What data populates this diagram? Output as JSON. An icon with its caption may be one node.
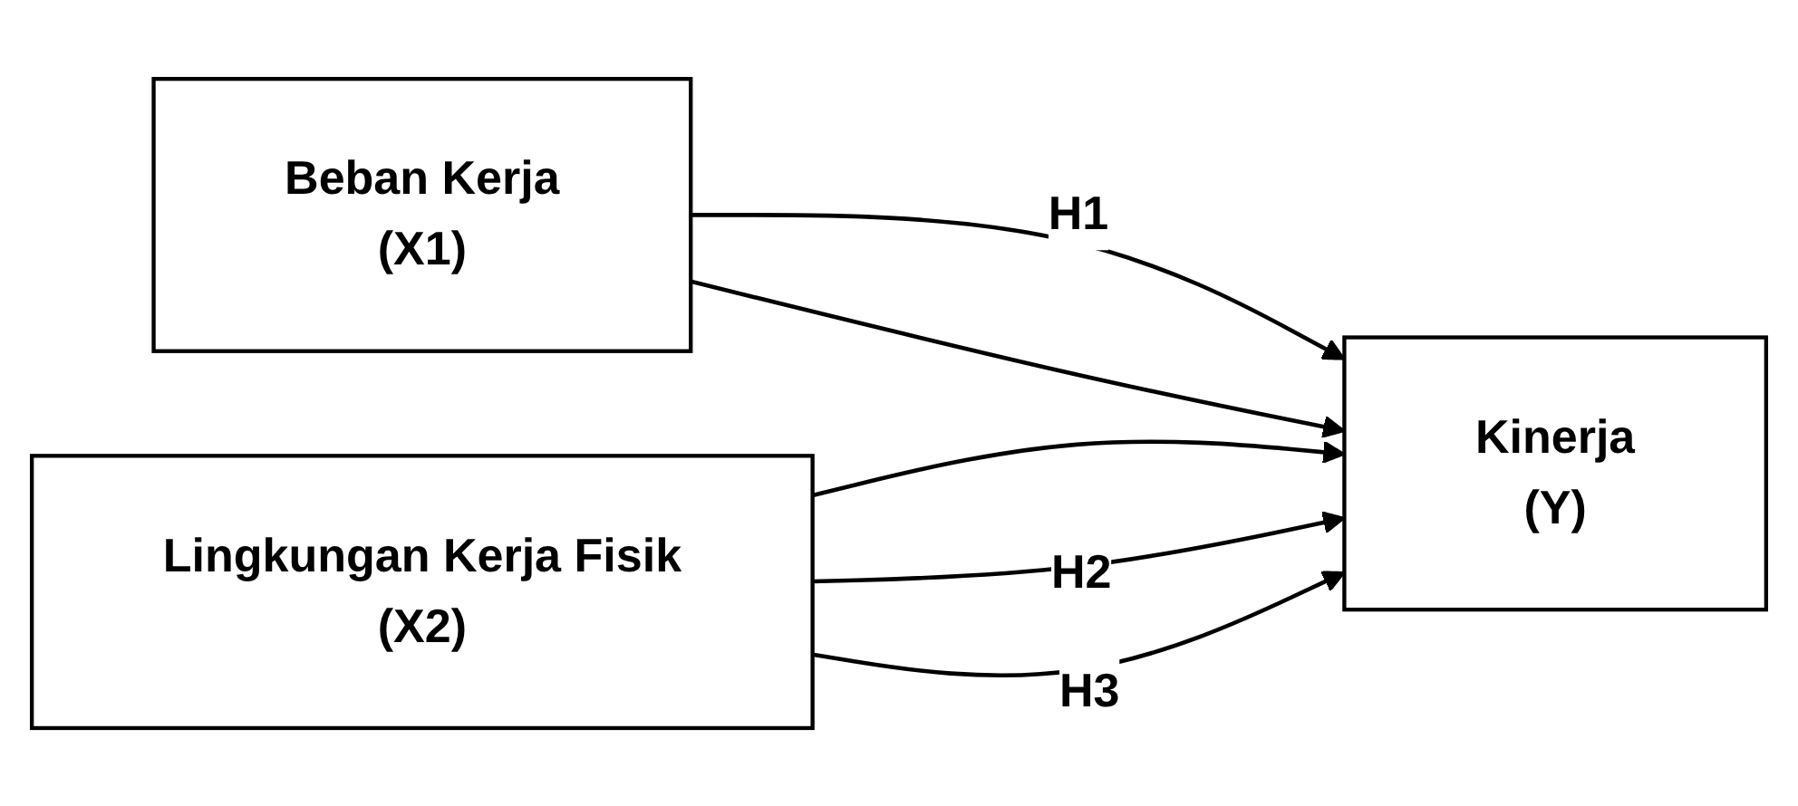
{
  "diagram": {
    "nodes": [
      {
        "text": [
          "Beban Kerja",
          "(X1)"
        ]
      },
      {
        "text": [
          "Lingkungan Kerja Fisik",
          "(X2)"
        ]
      },
      {
        "text": [
          "Kinerja",
          "(Y)"
        ]
      }
    ],
    "edges": [
      {
        "from": 0,
        "to": 2,
        "arrow": "to",
        "label": "H1"
      },
      {
        "from": 0,
        "to": 2,
        "arrow": "to"
      },
      {
        "from": 1,
        "to": 2,
        "arrow": "to"
      },
      {
        "from": 1,
        "to": 2,
        "arrow": "to",
        "label": "H2"
      },
      {
        "from": 1,
        "to": 2,
        "arrow": "to",
        "label": "H3"
      }
    ]
  }
}
